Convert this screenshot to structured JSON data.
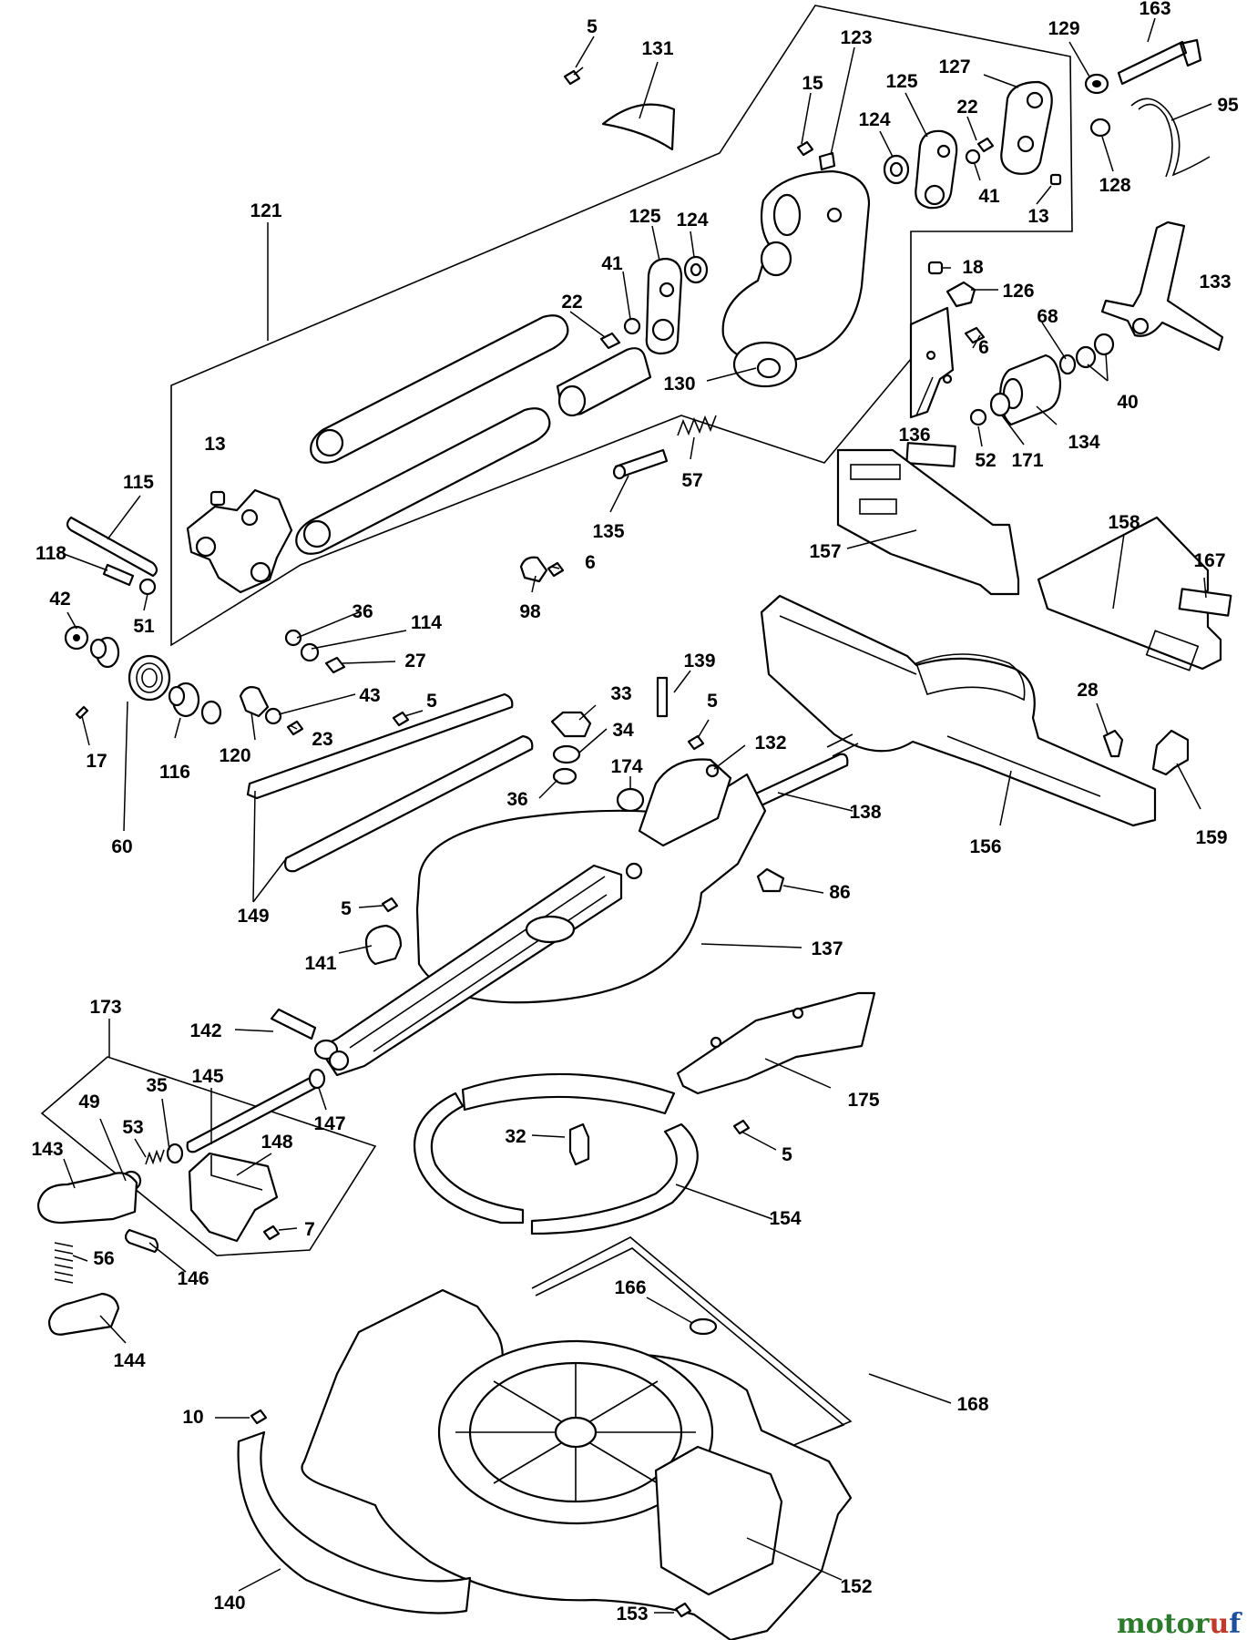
{
  "watermark": {
    "letters": [
      {
        "ch": "m",
        "color": "#2c7a2c"
      },
      {
        "ch": "o",
        "color": "#2c7a2c"
      },
      {
        "ch": "t",
        "color": "#2c7a2c"
      },
      {
        "ch": "o",
        "color": "#2c7a2c"
      },
      {
        "ch": "r",
        "color": "#2c7a2c"
      },
      {
        "ch": "u",
        "color": "#c0392b"
      },
      {
        "ch": "f",
        "color": "#1f4e9c"
      }
    ]
  },
  "part_labels": [
    {
      "id": "5"
    },
    {
      "id": "131"
    },
    {
      "id": "123"
    },
    {
      "id": "129"
    },
    {
      "id": "163"
    },
    {
      "id": "15"
    },
    {
      "id": "125"
    },
    {
      "id": "127"
    },
    {
      "id": "22"
    },
    {
      "id": "95"
    },
    {
      "id": "124"
    },
    {
      "id": "41"
    },
    {
      "id": "128"
    },
    {
      "id": "13"
    },
    {
      "id": "121"
    },
    {
      "id": "125"
    },
    {
      "id": "124"
    },
    {
      "id": "41"
    },
    {
      "id": "22"
    },
    {
      "id": "18"
    },
    {
      "id": "126"
    },
    {
      "id": "133"
    },
    {
      "id": "68"
    },
    {
      "id": "6"
    },
    {
      "id": "130"
    },
    {
      "id": "40"
    },
    {
      "id": "13"
    },
    {
      "id": "136"
    },
    {
      "id": "134"
    },
    {
      "id": "52"
    },
    {
      "id": "171"
    },
    {
      "id": "115"
    },
    {
      "id": "57"
    },
    {
      "id": "118"
    },
    {
      "id": "135"
    },
    {
      "id": "157"
    },
    {
      "id": "158"
    },
    {
      "id": "6"
    },
    {
      "id": "167"
    },
    {
      "id": "42"
    },
    {
      "id": "98"
    },
    {
      "id": "51"
    },
    {
      "id": "36"
    },
    {
      "id": "114"
    },
    {
      "id": "27"
    },
    {
      "id": "139"
    },
    {
      "id": "28"
    },
    {
      "id": "43"
    },
    {
      "id": "33"
    },
    {
      "id": "5"
    },
    {
      "id": "5"
    },
    {
      "id": "17"
    },
    {
      "id": "34"
    },
    {
      "id": "132"
    },
    {
      "id": "23"
    },
    {
      "id": "174"
    },
    {
      "id": "120"
    },
    {
      "id": "116"
    },
    {
      "id": "36"
    },
    {
      "id": "138"
    },
    {
      "id": "159"
    },
    {
      "id": "60"
    },
    {
      "id": "156"
    },
    {
      "id": "86"
    },
    {
      "id": "149"
    },
    {
      "id": "5"
    },
    {
      "id": "137"
    },
    {
      "id": "141"
    },
    {
      "id": "173"
    },
    {
      "id": "142"
    },
    {
      "id": "145"
    },
    {
      "id": "175"
    },
    {
      "id": "35"
    },
    {
      "id": "49"
    },
    {
      "id": "147"
    },
    {
      "id": "53"
    },
    {
      "id": "32"
    },
    {
      "id": "143"
    },
    {
      "id": "148"
    },
    {
      "id": "5"
    },
    {
      "id": "7"
    },
    {
      "id": "154"
    },
    {
      "id": "146"
    },
    {
      "id": "56"
    },
    {
      "id": "166"
    },
    {
      "id": "144"
    },
    {
      "id": "168"
    },
    {
      "id": "10"
    },
    {
      "id": "152"
    },
    {
      "id": "140"
    },
    {
      "id": "153"
    }
  ]
}
